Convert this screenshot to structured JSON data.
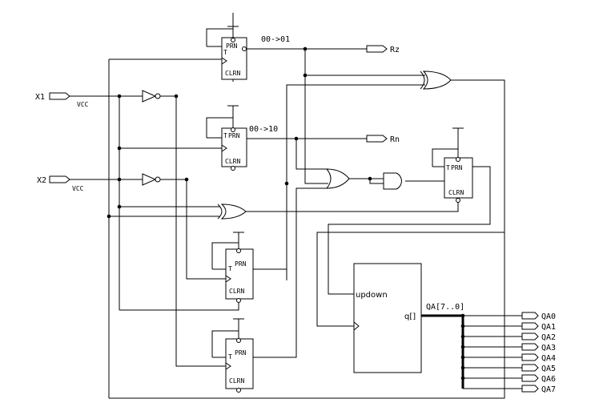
{
  "inputs": {
    "x1": "X1",
    "x2": "X2",
    "vcc": "VCC"
  },
  "outputs": {
    "rz": "Rz",
    "rn": "Rn",
    "qa": [
      "QA0",
      "QA1",
      "QA2",
      "QA3",
      "QA4",
      "QA5",
      "QA6",
      "QA7"
    ]
  },
  "annotations": {
    "t00_01": "00->01",
    "t00_10": "00->10"
  },
  "flipflop": {
    "prn": "PRN",
    "clrn": "CLRN",
    "t": "T"
  },
  "counter": {
    "updown": "updown",
    "q": "q[]",
    "bus": "QA[7..0]"
  }
}
